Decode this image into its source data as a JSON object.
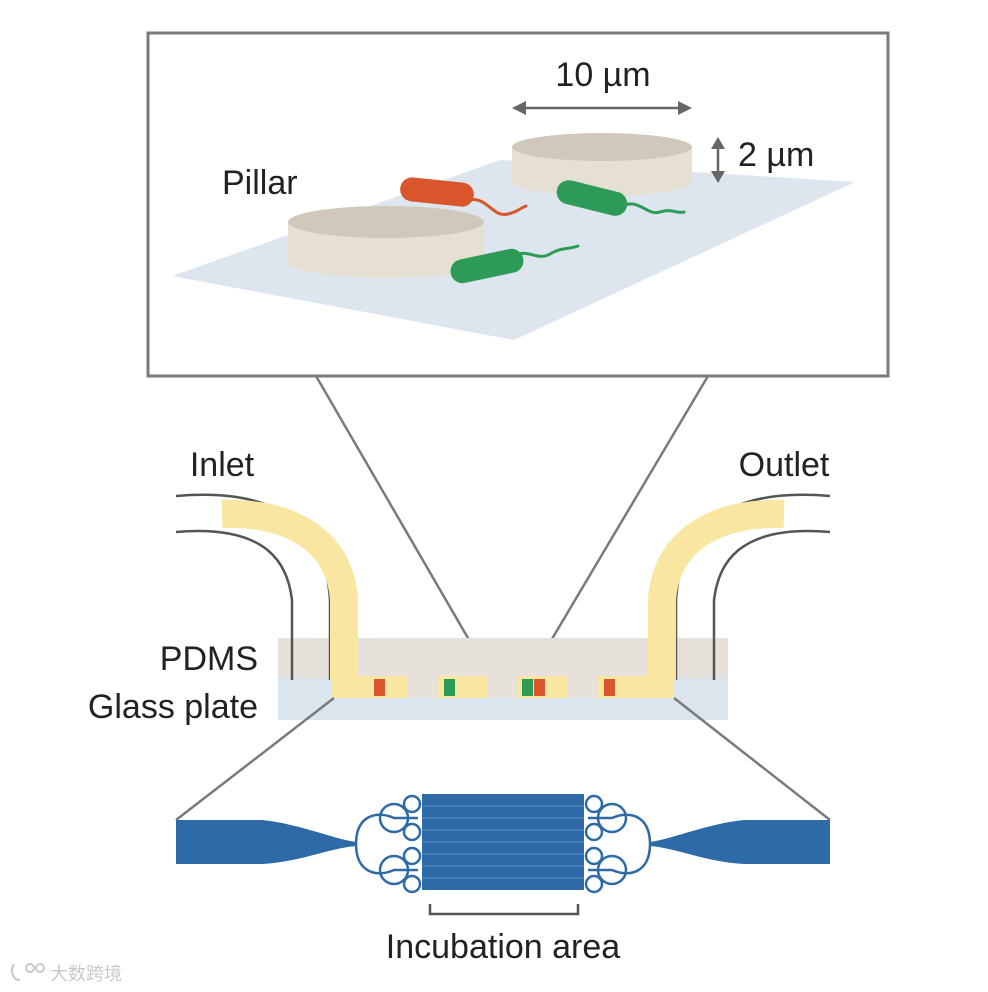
{
  "labels": {
    "pillar": "Pillar",
    "width_dim": "10 µm",
    "height_dim": "2 µm",
    "inlet": "Inlet",
    "outlet": "Outlet",
    "pdms": "PDMS",
    "glass_plate": "Glass plate",
    "incubation_area": "Incubation area",
    "watermark": "大数跨境"
  },
  "colors": {
    "frame": "#7a7a7a",
    "glass_surface": "#dde6ee",
    "pillar_side": "#e3ddd2",
    "pillar_top": "#cfc8bb",
    "bacterium_orange": "#d9552b",
    "bacterium_green": "#2e9a57",
    "tubing_fluid": "#f8e6a1",
    "pdms_layer": "#e6e1da",
    "glass_layer": "#dbe5ee",
    "channel_blue": "#2f6aa8",
    "line_gray": "#7a7a7a"
  }
}
